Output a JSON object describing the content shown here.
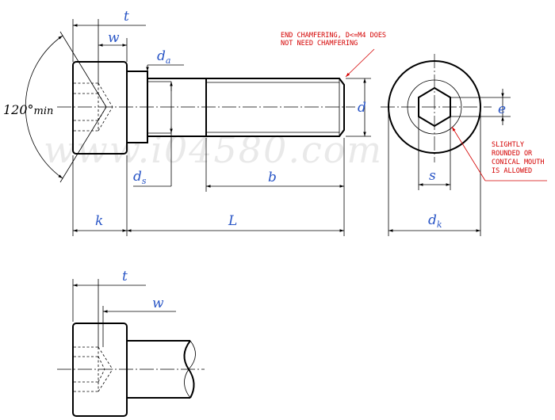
{
  "watermark": "www.i04580.com",
  "angle_label": {
    "value": "120°",
    "suffix": "min"
  },
  "labels": {
    "t": "t",
    "w": "w",
    "d": "d",
    "a": "a",
    "s": "s",
    "b": "b",
    "e": "e",
    "k": "k",
    "L": "L"
  },
  "notes": {
    "chamfer_1": "END CHAMFERING, D<=M4 DOES",
    "chamfer_2": "NOT NEED CHAMFERING",
    "mouth_1": "SLIGHTLY",
    "mouth_2": "ROUNDED OR",
    "mouth_3": "CONICAL MOUTH",
    "mouth_4": "IS ALLOWED"
  },
  "colors": {
    "dimension": "#2a56c6",
    "note": "#d40000",
    "outline": "#000000"
  }
}
